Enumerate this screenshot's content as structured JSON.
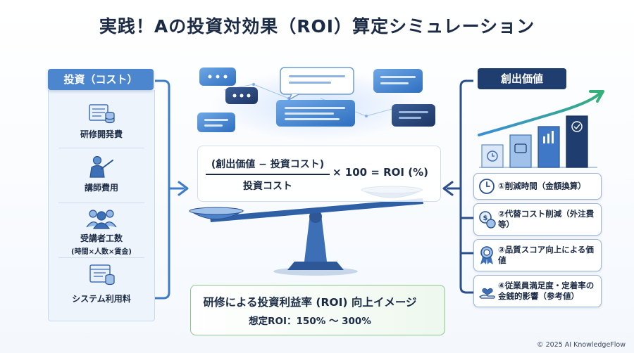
{
  "title": "実践！Aの投資対効果（ROI）算定シミュレーション",
  "investment": {
    "header": "投資（コスト）",
    "items": [
      {
        "label": "研修開発費",
        "icon": "server-document-icon"
      },
      {
        "label": "講師費用",
        "icon": "presenter-icon"
      },
      {
        "label": "受講者工数",
        "sub": "(時間×人数×賃金)",
        "icon": "people-group-icon"
      },
      {
        "label": "システム利用料",
        "icon": "system-window-icon"
      }
    ]
  },
  "formula": {
    "numerator": "(創出価値 − 投資コスト)",
    "denominator": "投資コスト",
    "rhs": "× 100 = ROI (%)"
  },
  "value": {
    "header": "創出価値",
    "items": [
      {
        "text": "①削減時間（金額換算）",
        "icon": "clock-icon"
      },
      {
        "text": "②代替コスト削減（外注費等）",
        "icon": "coins-icon"
      },
      {
        "text": "③品質スコア向上による価値",
        "icon": "award-ribbon-icon"
      },
      {
        "text": "④従業員満足度・定着率の金銭的影響（参考値）",
        "icon": "hand-heart-icon"
      }
    ]
  },
  "result": {
    "title": "研修による投資利益率 (ROI) 向上イメージ",
    "subtitle": "想定ROI：150% 〜 300%"
  },
  "copyright": "© 2025 AI KnowledgeFlow",
  "colors": {
    "navy": "#1f3d6f",
    "blue": "#4b86cf",
    "light_panel": "#eef4fb",
    "green": "#3a9a6a",
    "teal_arrow": "#2fa08a"
  }
}
